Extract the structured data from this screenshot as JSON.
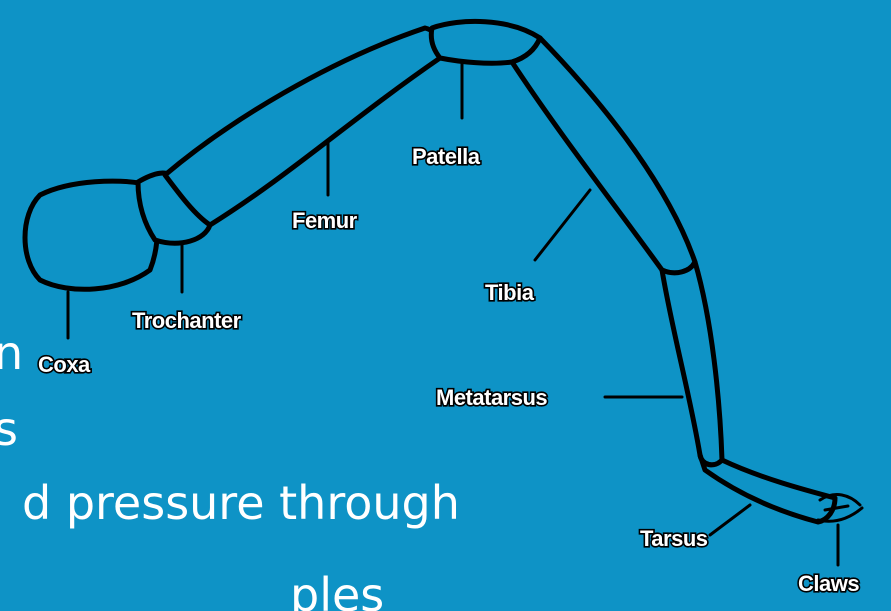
{
  "slide": {
    "text_lines": [
      "n",
      "s",
      "d pressure through",
      "ples"
    ]
  },
  "diagram": {
    "labels": {
      "coxa": "Coxa",
      "trochanter": "Trochanter",
      "femur": "Femur",
      "patella": "Patella",
      "tibia": "Tibia",
      "metatarsus": "Metatarsus",
      "tarsus": "Tarsus",
      "claws": "Claws"
    }
  }
}
